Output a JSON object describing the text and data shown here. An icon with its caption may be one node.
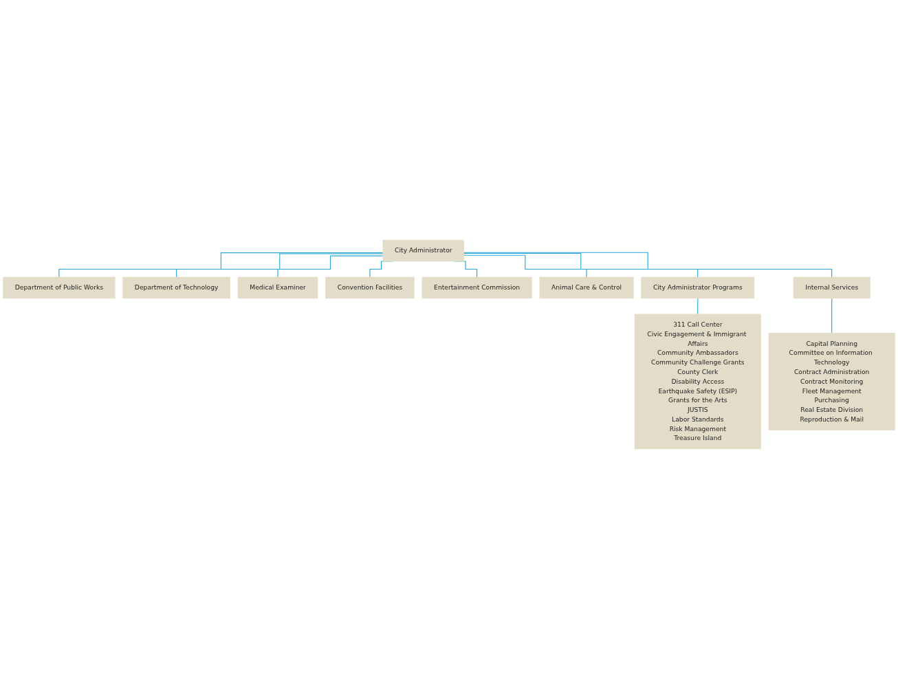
{
  "diagram": {
    "nodes": [
      {
        "text": [
          "City Administrator"
        ]
      },
      {
        "text": [
          "Department of Public Works"
        ]
      },
      {
        "text": [
          "Department of Technology"
        ]
      },
      {
        "text": [
          "Medical Examiner"
        ]
      },
      {
        "text": [
          "Convention Facilities"
        ]
      },
      {
        "text": [
          "Entertainment Commission"
        ]
      },
      {
        "text": [
          "Animal Care & Control"
        ]
      },
      {
        "text": [
          "City Administrator Programs"
        ]
      },
      {
        "text": [
          "Internal Services"
        ]
      },
      {
        "text": [
          "311 Call Center",
          "Civic Engagement & Immigrant Affairs",
          "Community Ambassadors",
          "Community Challenge Grants",
          "County Clerk",
          "Disability Access",
          "Earthquake Safety (ESIP)",
          "Grants for the Arts",
          "JUSTIS",
          "Labor Standards",
          "Risk Management",
          "Treasure Island"
        ]
      },
      {
        "text": [
          "Capital Planning",
          "Committee on Information Technology",
          "Contract Administration",
          "Contract Monitoring",
          "Fleet Management",
          "Purchasing",
          "Real Estate Division",
          "Reproduction & Mail"
        ]
      }
    ],
    "edges": [
      {
        "from": 0,
        "to": 1,
        "arrow": "none"
      },
      {
        "from": 0,
        "to": 2,
        "arrow": "none"
      },
      {
        "from": 0,
        "to": 3,
        "arrow": "none"
      },
      {
        "from": 0,
        "to": 4,
        "arrow": "none"
      },
      {
        "from": 0,
        "to": 5,
        "arrow": "none"
      },
      {
        "from": 0,
        "to": 6,
        "arrow": "none"
      },
      {
        "from": 0,
        "to": 7,
        "arrow": "none"
      },
      {
        "from": 0,
        "to": 8,
        "arrow": "none"
      },
      {
        "from": 7,
        "to": 9,
        "arrow": "none"
      },
      {
        "from": 8,
        "to": 10,
        "arrow": "none"
      }
    ]
  }
}
